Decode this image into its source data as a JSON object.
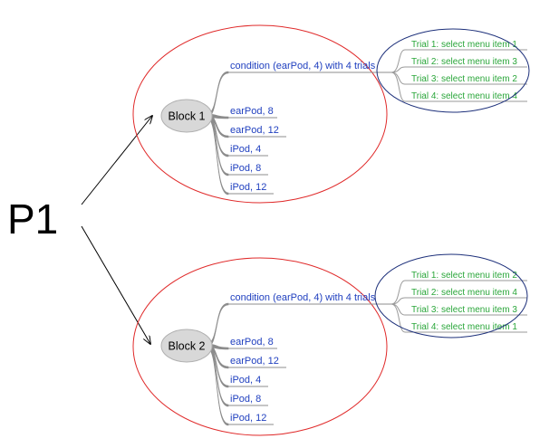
{
  "participant": "P1",
  "colors": {
    "outer_ellipse": "#e02a2a",
    "trial_ellipse": "#1c2f7a",
    "condition_text": "#1f3fbf",
    "trial_text": "#2aa63a",
    "block_node_fill": "#d8d8d8",
    "branch": "#8c8c8c"
  },
  "blocks": [
    {
      "label": "Block 1",
      "conditions": [
        "condition (earPod, 4) with 4 trials",
        "earPod, 8",
        "earPod, 12",
        "iPod, 4",
        "iPod, 8",
        "iPod, 12"
      ],
      "trials": [
        "Trial 1: select menu item 1",
        "Trial 2: select menu item 3",
        "Trial 3: select menu item 2",
        "Trial 4: select menu item 4"
      ]
    },
    {
      "label": "Block 2",
      "conditions": [
        "condition (earPod, 4) with 4 trials",
        "earPod, 8",
        "earPod, 12",
        "iPod, 4",
        "iPod, 8",
        "iPod, 12"
      ],
      "trials": [
        "Trial 1: select menu item 2",
        "Trial 2: select menu item 4",
        "Trial 3: select menu item 3",
        "Trial 4: select menu item 1"
      ]
    }
  ]
}
